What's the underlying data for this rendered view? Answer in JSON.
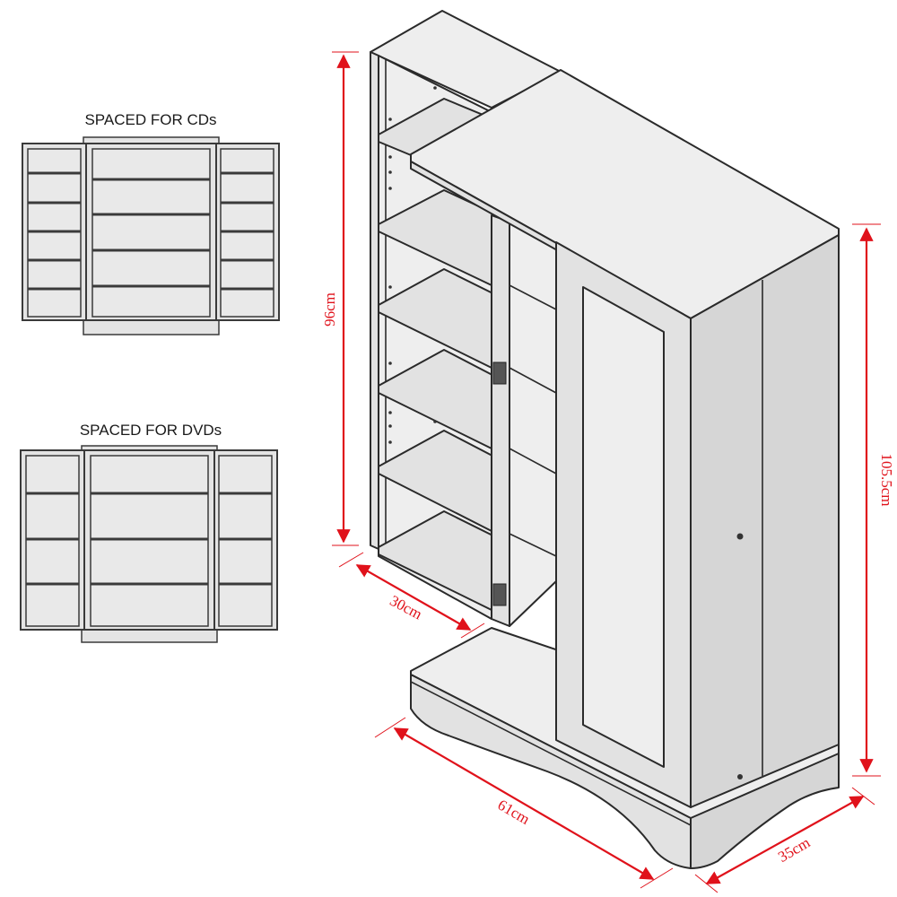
{
  "diagram": {
    "labels": {
      "cd_title": "SPACED FOR CDs",
      "dvd_title": "SPACED FOR DVDs"
    },
    "dimensions": {
      "inner_height": "96cm",
      "depth_inner": "30cm",
      "width": "61cm",
      "overall_height": "105.5cm",
      "overall_depth": "35cm"
    },
    "colors": {
      "dimension": "#e0121b",
      "panel": "#e4e4e4",
      "outline": "#2a2a2a"
    }
  }
}
